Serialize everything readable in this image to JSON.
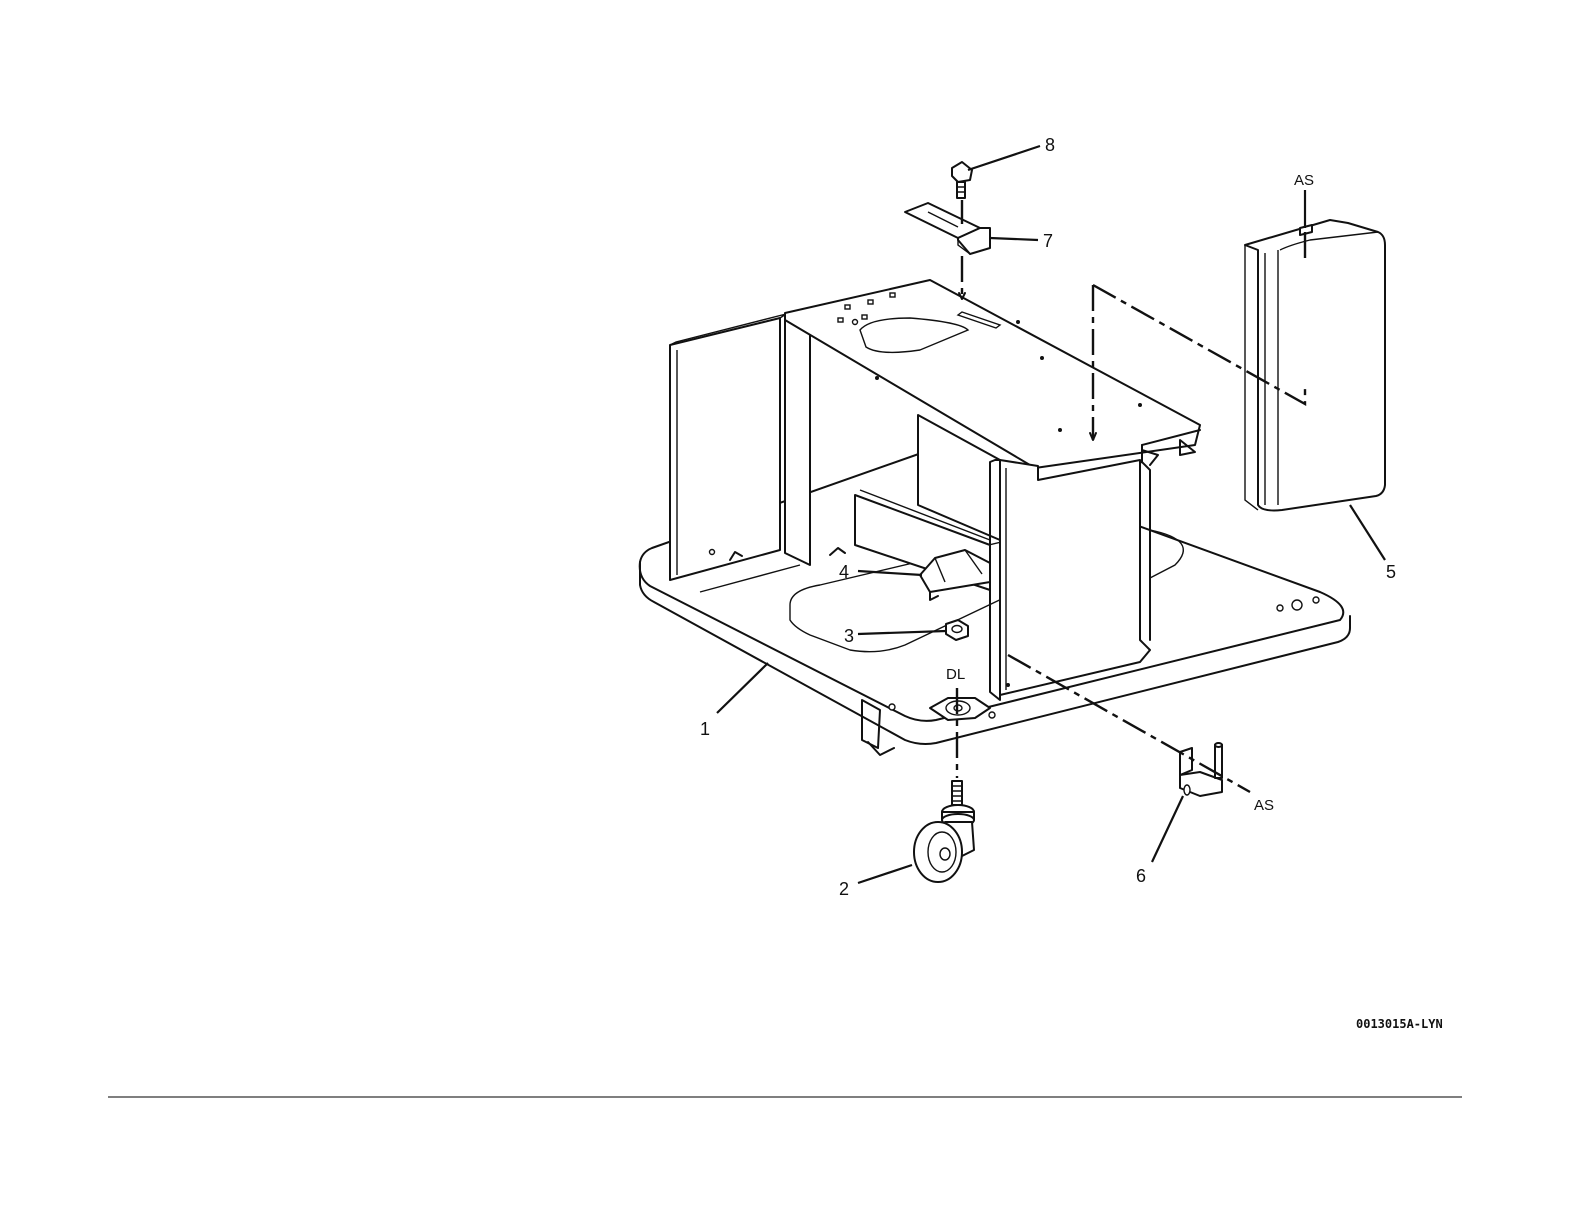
{
  "callouts": {
    "c1": "1",
    "c2": "2",
    "c3": "3",
    "c4": "4",
    "c5": "5",
    "c6": "6",
    "c7": "7",
    "c8": "8"
  },
  "tags": {
    "as_top": "AS",
    "as_bottom": "AS",
    "dl": "DL"
  },
  "figure_code": "0013015A-LYN"
}
